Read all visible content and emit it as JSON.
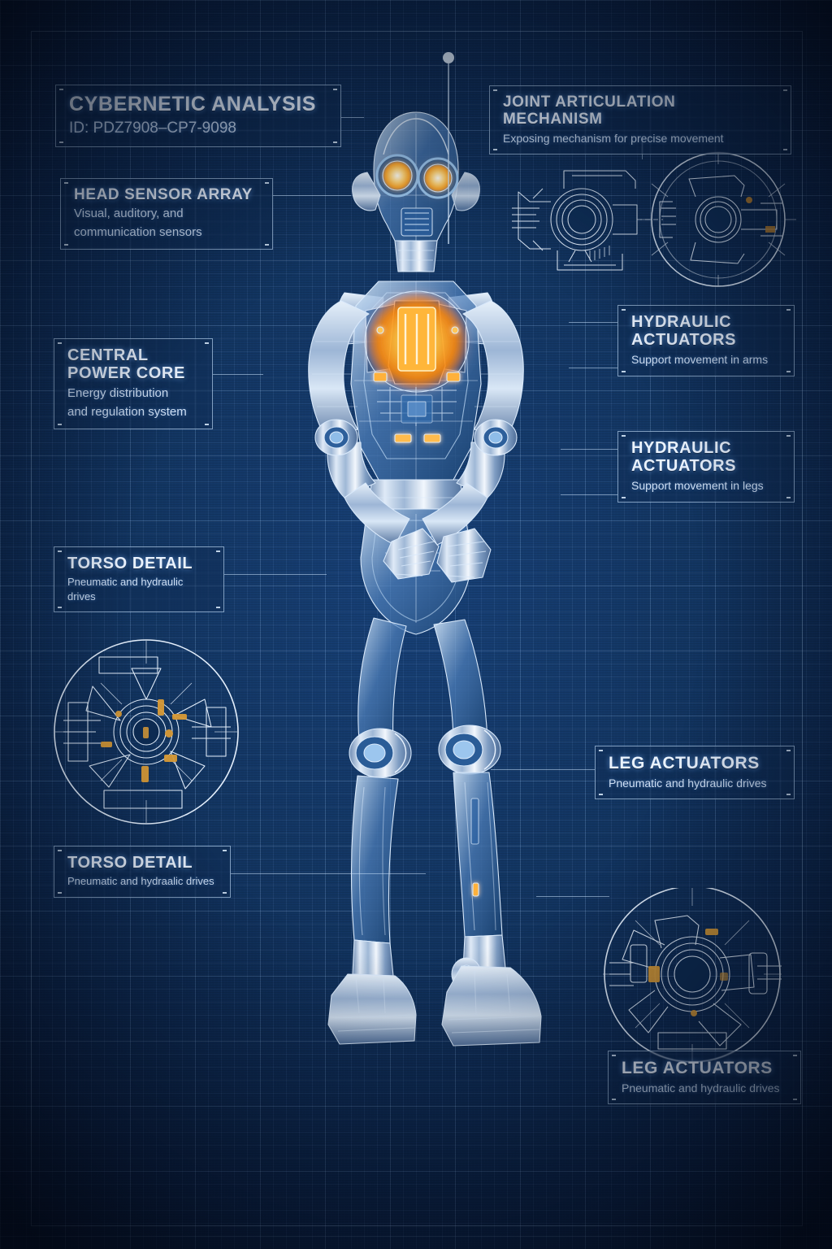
{
  "document": {
    "kind": "technical-blueprint",
    "accent_line": "#cde6ff",
    "paper_color": "#123561",
    "glow_color": "#ffa521"
  },
  "callouts": {
    "title": {
      "heading": "CYBERNETIC ANALYSIS",
      "sub": "ID: PDZ7908–CP7-9098"
    },
    "head": {
      "heading": "HEAD SENSOR ARRAY",
      "sub1": "Visual, auditory, and",
      "sub2": "communication sensors"
    },
    "core": {
      "heading1": "CENTRAL",
      "heading2": "POWER CORE",
      "sub1": "Energy distribution",
      "sub2": "and regulation system"
    },
    "torso1": {
      "heading": "TORSO DETAIL",
      "sub": "Pneumatic and hydraulic drives"
    },
    "torso2": {
      "heading": "TORSO DETAIL",
      "sub": "Pneumatic and hydraalic drives"
    },
    "joint": {
      "heading": "JOINT ARTICULATION MECHANISM",
      "sub": "Exposing mechanism for precise movement"
    },
    "arm": {
      "heading1": "HYDRAULIC",
      "heading2": "ACTUATORS",
      "sub": "Support movement in arms"
    },
    "leg": {
      "heading1": "HYDRAULIC",
      "heading2": "ACTUATORS",
      "sub": "Support movement in legs"
    },
    "legact1": {
      "heading": "LEG ACTUATORS",
      "sub": "Pneumatic and hydraulic drives"
    },
    "legact2": {
      "heading": "LEG ACTUATORS",
      "sub": "Pneumatic and hydraulic drives"
    }
  },
  "figures": {
    "robot": "humanoid-android-full-body",
    "joint_exploded": "joint-articulation-exploded-view",
    "joint_circle": "joint-articulation-circular-section",
    "actuator_left": "radial-actuator-circular-section",
    "actuator_right": "radial-actuator-circular-section"
  }
}
